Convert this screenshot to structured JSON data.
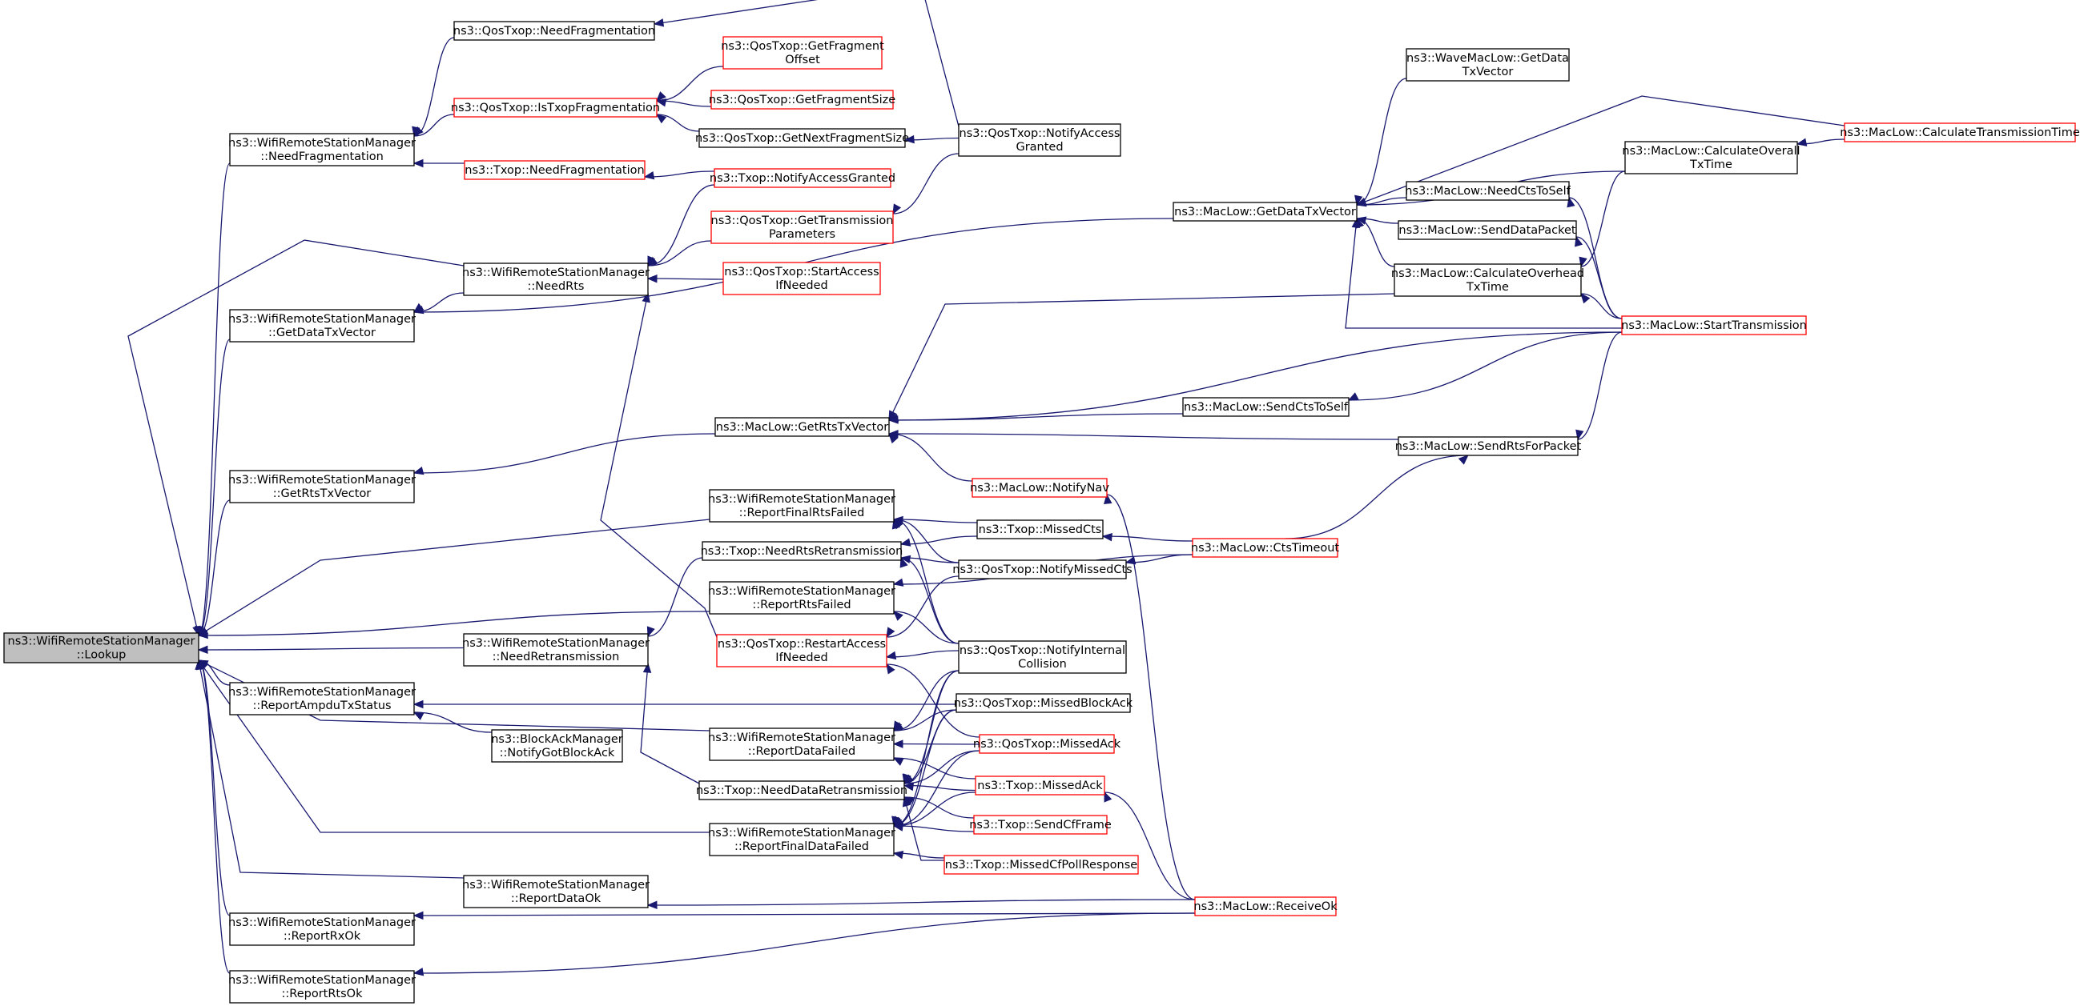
{
  "colors": {
    "edge": "#191970",
    "border": "#000000",
    "border_highlight": "#ff0000",
    "root_fill": "#bfbfbf"
  },
  "nodes": [
    {
      "id": "lookup",
      "lines": [
        "ns3::WifiRemoteStationManager",
        "::Lookup"
      ],
      "style": "root"
    },
    {
      "id": "needfrag",
      "lines": [
        "ns3::WifiRemoteStationManager",
        "::NeedFragmentation"
      ],
      "style": "normal"
    },
    {
      "id": "getdatatx",
      "lines": [
        "ns3::WifiRemoteStationManager",
        "::GetDataTxVector"
      ],
      "style": "normal"
    },
    {
      "id": "getrtstx",
      "lines": [
        "ns3::WifiRemoteStationManager",
        "::GetRtsTxVector"
      ],
      "style": "normal"
    },
    {
      "id": "reportampdu",
      "lines": [
        "ns3::WifiRemoteStationManager",
        "::ReportAmpduTxStatus"
      ],
      "style": "normal"
    },
    {
      "id": "reportrxok",
      "lines": [
        "ns3::WifiRemoteStationManager",
        "::ReportRxOk"
      ],
      "style": "normal"
    },
    {
      "id": "reportrtsok",
      "lines": [
        "ns3::WifiRemoteStationManager",
        "::ReportRtsOk"
      ],
      "style": "normal"
    },
    {
      "id": "qos_needfrag",
      "lines": [
        "ns3::QosTxop::NeedFragmentation"
      ],
      "style": "normal"
    },
    {
      "id": "qos_istxopfrag",
      "lines": [
        "ns3::QosTxop::IsTxopFragmentation"
      ],
      "style": "red"
    },
    {
      "id": "txop_needfrag",
      "lines": [
        "ns3::Txop::NeedFragmentation"
      ],
      "style": "red"
    },
    {
      "id": "needrts",
      "lines": [
        "ns3::WifiRemoteStationManager",
        "::NeedRts"
      ],
      "style": "normal"
    },
    {
      "id": "needretrans",
      "lines": [
        "ns3::WifiRemoteStationManager",
        "::NeedRetransmission"
      ],
      "style": "normal"
    },
    {
      "id": "blockack_notify",
      "lines": [
        "ns3::BlockAckManager",
        "::NotifyGotBlockAck"
      ],
      "style": "normal"
    },
    {
      "id": "reportdataok",
      "lines": [
        "ns3::WifiRemoteStationManager",
        "::ReportDataOk"
      ],
      "style": "normal"
    },
    {
      "id": "qos_getfragoffset",
      "lines": [
        "ns3::QosTxop::GetFragment",
        "Offset"
      ],
      "style": "red"
    },
    {
      "id": "qos_getfragsize",
      "lines": [
        "ns3::QosTxop::GetFragmentSize"
      ],
      "style": "red"
    },
    {
      "id": "qos_getnextfragsize",
      "lines": [
        "ns3::QosTxop::GetNextFragmentSize"
      ],
      "style": "normal"
    },
    {
      "id": "txop_notifyaccess",
      "lines": [
        "ns3::Txop::NotifyAccessGranted"
      ],
      "style": "red"
    },
    {
      "id": "qos_gettxparams",
      "lines": [
        "ns3::QosTxop::GetTransmission",
        "Parameters"
      ],
      "style": "red"
    },
    {
      "id": "qos_startaccess",
      "lines": [
        "ns3::QosTxop::StartAccess",
        "IfNeeded"
      ],
      "style": "red"
    },
    {
      "id": "maclow_getrtstx",
      "lines": [
        "ns3::MacLow::GetRtsTxVector"
      ],
      "style": "normal"
    },
    {
      "id": "reportfinalrtsfailed",
      "lines": [
        "ns3::WifiRemoteStationManager",
        "::ReportFinalRtsFailed"
      ],
      "style": "normal"
    },
    {
      "id": "txop_needrtsretrans",
      "lines": [
        "ns3::Txop::NeedRtsRetransmission"
      ],
      "style": "normal"
    },
    {
      "id": "reportrtsfailed",
      "lines": [
        "ns3::WifiRemoteStationManager",
        "::ReportRtsFailed"
      ],
      "style": "normal"
    },
    {
      "id": "qos_restartaccess",
      "lines": [
        "ns3::QosTxop::RestartAccess",
        "IfNeeded"
      ],
      "style": "red"
    },
    {
      "id": "reportdatafailed",
      "lines": [
        "ns3::WifiRemoteStationManager",
        "::ReportDataFailed"
      ],
      "style": "normal"
    },
    {
      "id": "txop_needdataretrans",
      "lines": [
        "ns3::Txop::NeedDataRetransmission"
      ],
      "style": "normal"
    },
    {
      "id": "reportfinaldatafailed",
      "lines": [
        "ns3::WifiRemoteStationManager",
        "::ReportFinalDataFailed"
      ],
      "style": "normal"
    },
    {
      "id": "qos_notifyaccess",
      "lines": [
        "ns3::QosTxop::NotifyAccess",
        "Granted"
      ],
      "style": "normal"
    },
    {
      "id": "maclow_notifynav",
      "lines": [
        "ns3::MacLow::NotifyNav"
      ],
      "style": "red"
    },
    {
      "id": "txop_missedcts",
      "lines": [
        "ns3::Txop::MissedCts"
      ],
      "style": "normal"
    },
    {
      "id": "qos_notifymissedcts",
      "lines": [
        "ns3::QosTxop::NotifyMissedCts"
      ],
      "style": "normal"
    },
    {
      "id": "qos_notifyinternal",
      "lines": [
        "ns3::QosTxop::NotifyInternal",
        "Collision"
      ],
      "style": "normal"
    },
    {
      "id": "qos_missedblockack",
      "lines": [
        "ns3::QosTxop::MissedBlockAck"
      ],
      "style": "normal"
    },
    {
      "id": "qos_missedack",
      "lines": [
        "ns3::QosTxop::MissedAck"
      ],
      "style": "red"
    },
    {
      "id": "txop_missedack",
      "lines": [
        "ns3::Txop::MissedAck"
      ],
      "style": "red"
    },
    {
      "id": "txop_sendcfframe",
      "lines": [
        "ns3::Txop::SendCfFrame"
      ],
      "style": "red"
    },
    {
      "id": "txop_missedcfpoll",
      "lines": [
        "ns3::Txop::MissedCfPollResponse"
      ],
      "style": "red"
    },
    {
      "id": "maclow_getdatatx",
      "lines": [
        "ns3::MacLow::GetDataTxVector"
      ],
      "style": "normal"
    },
    {
      "id": "maclow_ctstimeout",
      "lines": [
        "ns3::MacLow::CtsTimeout"
      ],
      "style": "red"
    },
    {
      "id": "maclow_receiveok",
      "lines": [
        "ns3::MacLow::ReceiveOk"
      ],
      "style": "red"
    },
    {
      "id": "maclow_sendctstoself",
      "lines": [
        "ns3::MacLow::SendCtsToSelf"
      ],
      "style": "normal"
    },
    {
      "id": "wavemac_getdatatx",
      "lines": [
        "ns3::WaveMacLow::GetData",
        "TxVector"
      ],
      "style": "normal"
    },
    {
      "id": "maclow_needctstoself",
      "lines": [
        "ns3::MacLow::NeedCtsToSelf"
      ],
      "style": "normal"
    },
    {
      "id": "maclow_senddatapacket",
      "lines": [
        "ns3::MacLow::SendDataPacket"
      ],
      "style": "normal"
    },
    {
      "id": "maclow_calcoverhead",
      "lines": [
        "ns3::MacLow::CalculateOverhead",
        "TxTime"
      ],
      "style": "normal"
    },
    {
      "id": "maclow_sendrtsforpacket",
      "lines": [
        "ns3::MacLow::SendRtsForPacket"
      ],
      "style": "normal"
    },
    {
      "id": "maclow_calcoverall",
      "lines": [
        "ns3::MacLow::CalculateOverall",
        "TxTime"
      ],
      "style": "normal"
    },
    {
      "id": "maclow_starttrans",
      "lines": [
        "ns3::MacLow::StartTransmission"
      ],
      "style": "red"
    },
    {
      "id": "maclow_calctranstime",
      "lines": [
        "ns3::MacLow::CalculateTransmissionTime"
      ],
      "style": "red"
    }
  ],
  "edges": [
    [
      "lookup",
      "needfrag"
    ],
    [
      "lookup",
      "getdatatx"
    ],
    [
      "lookup",
      "getrtstx"
    ],
    [
      "lookup",
      "reportampdu"
    ],
    [
      "lookup",
      "reportrxok"
    ],
    [
      "lookup",
      "reportrtsok"
    ],
    [
      "lookup",
      "needrts"
    ],
    [
      "lookup",
      "needretrans"
    ],
    [
      "lookup",
      "reportdataok"
    ],
    [
      "lookup",
      "reportfinalrtsfailed"
    ],
    [
      "lookup",
      "reportrtsfailed"
    ],
    [
      "lookup",
      "reportdatafailed"
    ],
    [
      "lookup",
      "reportfinaldatafailed"
    ],
    [
      "needfrag",
      "qos_needfrag"
    ],
    [
      "needfrag",
      "qos_istxopfrag"
    ],
    [
      "needfrag",
      "txop_needfrag"
    ],
    [
      "qos_needfrag",
      "qos_notifyaccess"
    ],
    [
      "qos_istxopfrag",
      "qos_getfragoffset"
    ],
    [
      "qos_istxopfrag",
      "qos_getfragsize"
    ],
    [
      "qos_istxopfrag",
      "qos_getnextfragsize"
    ],
    [
      "qos_getnextfragsize",
      "qos_notifyaccess"
    ],
    [
      "txop_needfrag",
      "txop_notifyaccess"
    ],
    [
      "needrts",
      "txop_notifyaccess"
    ],
    [
      "needrts",
      "qos_gettxparams"
    ],
    [
      "needrts",
      "qos_startaccess"
    ],
    [
      "needrts",
      "qos_restartaccess"
    ],
    [
      "qos_gettxparams",
      "qos_notifyaccess"
    ],
    [
      "getdatatx",
      "needrts"
    ],
    [
      "getdatatx",
      "maclow_getdatatx"
    ],
    [
      "getrtstx",
      "maclow_getrtstx"
    ],
    [
      "maclow_getrtstx",
      "maclow_calcoverhead"
    ],
    [
      "maclow_getrtstx",
      "maclow_starttrans"
    ],
    [
      "maclow_getrtstx",
      "maclow_sendctstoself"
    ],
    [
      "maclow_getrtstx",
      "maclow_sendrtsforpacket"
    ],
    [
      "maclow_getrtstx",
      "maclow_notifynav"
    ],
    [
      "maclow_getdatatx",
      "wavemac_getdatatx"
    ],
    [
      "maclow_getdatatx",
      "maclow_calctranstime"
    ],
    [
      "maclow_getdatatx",
      "maclow_calcoverall"
    ],
    [
      "maclow_getdatatx",
      "maclow_needctstoself"
    ],
    [
      "maclow_getdatatx",
      "maclow_senddatapacket"
    ],
    [
      "maclow_getdatatx",
      "maclow_calcoverhead"
    ],
    [
      "maclow_getdatatx",
      "maclow_starttrans"
    ],
    [
      "maclow_calcoverall",
      "maclow_calctranstime"
    ],
    [
      "maclow_calcoverhead",
      "maclow_calcoverall"
    ],
    [
      "maclow_needctstoself",
      "maclow_starttrans"
    ],
    [
      "maclow_senddatapacket",
      "maclow_starttrans"
    ],
    [
      "maclow_calcoverhead",
      "maclow_starttrans"
    ],
    [
      "maclow_sendctstoself",
      "maclow_starttrans"
    ],
    [
      "maclow_sendrtsforpacket",
      "maclow_starttrans"
    ],
    [
      "maclow_sendrtsforpacket",
      "maclow_ctstimeout"
    ],
    [
      "maclow_notifynav",
      "maclow_receiveok"
    ],
    [
      "reportfinalrtsfailed",
      "txop_missedcts"
    ],
    [
      "reportfinalrtsfailed",
      "qos_notifymissedcts"
    ],
    [
      "reportfinalrtsfailed",
      "qos_notifyinternal"
    ],
    [
      "txop_needrtsretrans",
      "txop_missedcts"
    ],
    [
      "txop_needrtsretrans",
      "qos_notifymissedcts"
    ],
    [
      "txop_needrtsretrans",
      "qos_notifyinternal"
    ],
    [
      "txop_missedcts",
      "maclow_ctstimeout"
    ],
    [
      "qos_notifymissedcts",
      "maclow_ctstimeout"
    ],
    [
      "reportrtsfailed",
      "maclow_ctstimeout"
    ],
    [
      "reportrtsfailed",
      "qos_notifyinternal"
    ],
    [
      "needretrans",
      "txop_needrtsretrans"
    ],
    [
      "needretrans",
      "txop_needdataretrans"
    ],
    [
      "qos_restartaccess",
      "qos_notifymissedcts"
    ],
    [
      "qos_restartaccess",
      "qos_notifyinternal"
    ],
    [
      "qos_restartaccess",
      "qos_missedack"
    ],
    [
      "reportampdu",
      "qos_missedblockack"
    ],
    [
      "reportampdu",
      "blockack_notify"
    ],
    [
      "reportdatafailed",
      "qos_notifyinternal"
    ],
    [
      "reportdatafailed",
      "qos_missedblockack"
    ],
    [
      "reportdatafailed",
      "qos_missedack"
    ],
    [
      "reportdatafailed",
      "txop_missedack"
    ],
    [
      "txop_needdataretrans",
      "qos_notifyinternal"
    ],
    [
      "txop_needdataretrans",
      "qos_missedblockack"
    ],
    [
      "txop_needdataretrans",
      "qos_missedack"
    ],
    [
      "txop_needdataretrans",
      "txop_missedack"
    ],
    [
      "txop_needdataretrans",
      "txop_sendcfframe"
    ],
    [
      "txop_needdataretrans",
      "txop_missedcfpoll"
    ],
    [
      "reportfinaldatafailed",
      "qos_notifyinternal"
    ],
    [
      "reportfinaldatafailed",
      "qos_missedblockack"
    ],
    [
      "reportfinaldatafailed",
      "qos_missedack"
    ],
    [
      "reportfinaldatafailed",
      "txop_missedack"
    ],
    [
      "reportfinaldatafailed",
      "txop_sendcfframe"
    ],
    [
      "reportfinaldatafailed",
      "txop_missedcfpoll"
    ],
    [
      "txop_missedack",
      "maclow_receiveok"
    ],
    [
      "reportdataok",
      "maclow_receiveok"
    ],
    [
      "reportrxok",
      "maclow_receiveok"
    ],
    [
      "reportrtsok",
      "maclow_receiveok"
    ]
  ]
}
